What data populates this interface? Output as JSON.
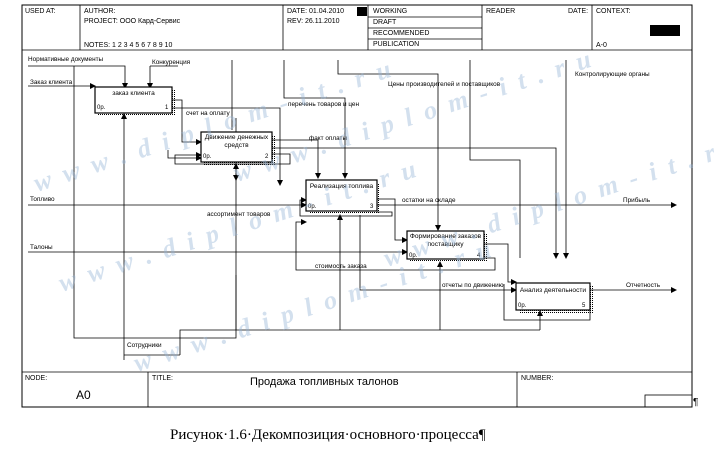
{
  "header": {
    "used_at": "USED AT:",
    "author": "AUTHOR:",
    "project": "PROJECT:  ООО Кард-Сервис",
    "notes": "NOTES:  1  2  3  4  5  6  7  8  9  10",
    "date": "DATE:  01.04.2010",
    "rev": "REV:   26.11.2010",
    "working": "WORKING",
    "draft": "DRAFT",
    "recommended": "RECOMMENDED",
    "publication": "PUBLICATION",
    "reader": "READER",
    "reader_date": "DATE:",
    "context": "CONTEXT:",
    "context_node": "A-0"
  },
  "boxes": [
    {
      "title": "заказ клиента",
      "cost": "0р.",
      "num": "1"
    },
    {
      "title": "Движение денежных средств",
      "cost": "0р.",
      "num": "2"
    },
    {
      "title": "Реализация топлива",
      "cost": "0р.",
      "num": "3"
    },
    {
      "title": "Формирование заказов поставщику",
      "cost": "0р.",
      "num": "4"
    },
    {
      "title": "Анализ деятельности",
      "cost": "0р.",
      "num": "5"
    }
  ],
  "arrows": {
    "normative": "Нормативные документы",
    "competition": "Конкуренция",
    "client_order": "Заказ клиента",
    "payment_invoice": "счет на оплату",
    "goods_list": "перечень товаров и цен",
    "supplier_prices": "Цены производителей и поставщиков",
    "control_bodies": "Контролирующие органы",
    "payment_fact": "факт оплаты",
    "fuel": "Топливо",
    "warehouse_rest": "остатки на складе",
    "profit": "Прибыль",
    "assortment": "ассортимент товаров",
    "coupons": "Талоны",
    "order_cost": "стоимость заказа",
    "movement_reports": "отчеты по движению",
    "reporting": "Отчетность",
    "employees": "Сотрудники"
  },
  "footer": {
    "node_label": "NODE:",
    "node_value": "A0",
    "title_label": "TITLE:",
    "title_value": "Продажа  топливных талонов",
    "number_label": "NUMBER:"
  },
  "watermark": "w w w . d i p l o m - i t . r u",
  "caption": "Рисунок·1.6·Декомпозиция·основного·процесса¶",
  "para_mark": "¶"
}
